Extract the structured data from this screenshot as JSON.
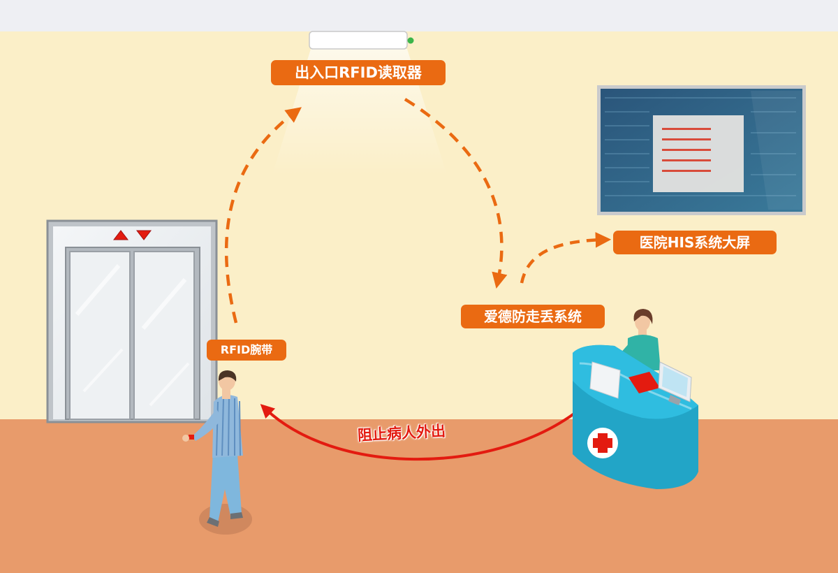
{
  "labels": {
    "rfid_reader": "出入口RFID读取器",
    "his_screen": "医院HIS系统大屏",
    "anti_loss_system": "爱德防走丢系统",
    "rfid_wristband": "RFID腕带",
    "block_exit": "阻止病人外出"
  },
  "colors": {
    "background_wall": "#fbefc8",
    "ceiling": "#eeeff3",
    "floor": "#e89b6b",
    "tag_orange": "#ea6a12",
    "arrow_orange": "#ea6a12",
    "arrow_red": "#e31b10",
    "desk_teal": "#22a5c7",
    "screen_blue": "#2f5f86"
  },
  "icons": [
    "elevator-icon",
    "rfid-reader-icon",
    "his-screen-icon",
    "patient-figure-icon",
    "nurse-station-icon",
    "medical-cross-icon"
  ]
}
